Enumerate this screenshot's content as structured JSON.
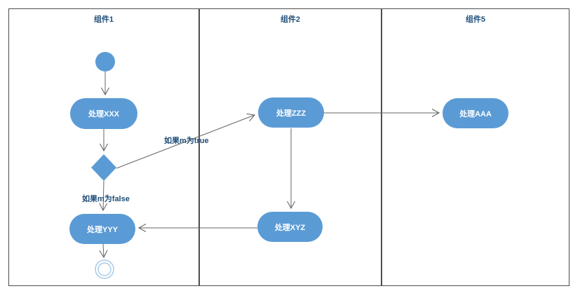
{
  "diagram": {
    "type": "uml-activity-swimlane",
    "lanes": [
      {
        "label": "组件1"
      },
      {
        "label": "组件2"
      },
      {
        "label": "组件5"
      }
    ],
    "nodes": {
      "start": {
        "type": "initial-node"
      },
      "xxx": {
        "label": "处理XXX",
        "lane": "组件1"
      },
      "decision": {
        "type": "decision-diamond",
        "lane": "组件1"
      },
      "zzz": {
        "label": "处理ZZZ",
        "lane": "组件2"
      },
      "aaa": {
        "label": "处理AAA",
        "lane": "组件5"
      },
      "xyz": {
        "label": "处理XYZ",
        "lane": "组件2"
      },
      "yyy": {
        "label": "处理YYY",
        "lane": "组件1"
      },
      "end": {
        "type": "final-node",
        "lane": "组件1"
      }
    },
    "edges": [
      {
        "from": "start",
        "to": "处理XXX",
        "label": ""
      },
      {
        "from": "处理XXX",
        "to": "decision",
        "label": ""
      },
      {
        "from": "decision",
        "to": "处理ZZZ",
        "label": "如果m为true"
      },
      {
        "from": "decision",
        "to": "处理YYY",
        "label": "如果m为false"
      },
      {
        "from": "处理ZZZ",
        "to": "处理AAA",
        "label": ""
      },
      {
        "from": "处理ZZZ",
        "to": "处理XYZ",
        "label": ""
      },
      {
        "from": "处理XYZ",
        "to": "处理YYY",
        "label": ""
      },
      {
        "from": "处理YYY",
        "to": "end",
        "label": ""
      }
    ],
    "colors": {
      "node_fill": "#5b9bd5",
      "node_text": "#ffffff",
      "label_text": "#1f4e79",
      "connector": "#666666",
      "lane_border": "#4d4d4d",
      "final_ring": "#a9cbea"
    }
  }
}
